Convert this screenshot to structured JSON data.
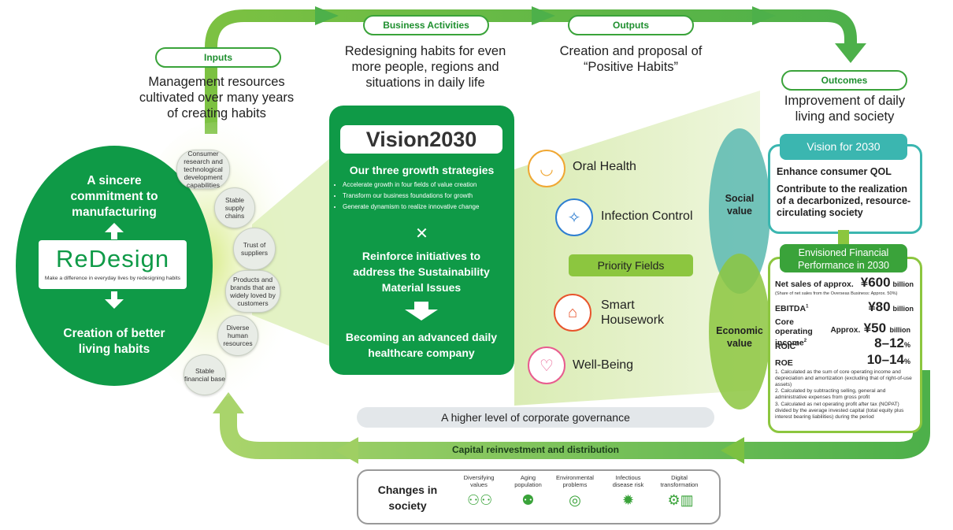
{
  "inputs": {
    "label": "Inputs",
    "heading": "Management resources cultivated over many years of creating habits",
    "oval_top": "A sincere commitment to manufacturing",
    "logo_text": "ReDesign",
    "logo_tagline": "Make a difference in everyday lives by redesigning habits",
    "oval_bottom": "Creation of better living habits",
    "resources": [
      "Consumer research and technological development capabilities",
      "Stable supply chains",
      "Trust of suppliers",
      "Products and brands that are widely loved by customers",
      "Diverse human resources",
      "Stable financial base"
    ]
  },
  "business": {
    "label": "Business Activities",
    "heading": "Redesigning habits for even more people, regions and situations in daily life",
    "vision_title": "Vision2030",
    "strategies_title": "Our three growth strategies",
    "strategies": [
      "Accelerate growth in four fields of value creation",
      "Transform our business foundations for growth",
      "Generate dynamism to realize innovative change"
    ],
    "cross_symbol": "✕",
    "reinforce": "Reinforce initiatives to address the Sustainability Material Issues",
    "goal": "Becoming an advanced daily healthcare company"
  },
  "outputs": {
    "label": "Outputs",
    "heading": "Creation and proposal of “Positive Habits”",
    "priority_label": "Priority Fields",
    "fields": [
      {
        "name": "Oral Health",
        "icon": "tooth-icon",
        "color": "#f0a733"
      },
      {
        "name": "Infection Control",
        "icon": "sparkle-icon",
        "color": "#2f7fd1"
      },
      {
        "name": "Smart Housework",
        "icon": "house-icon",
        "color": "#e8542c"
      },
      {
        "name": "Well-Being",
        "icon": "heart-icon",
        "color": "#e85c8f"
      }
    ]
  },
  "outcomes": {
    "label": "Outcomes",
    "heading": "Improvement of daily living and society",
    "social_value": "Social value",
    "economic_value": "Economic value",
    "vision_title": "Vision for 2030",
    "vision_items": [
      "Enhance consumer QOL",
      "Contribute to the realization of a decarbonized, resource-circulating society"
    ],
    "financial_title": "Envisioned Financial Performance in 2030",
    "net_sales_label": "Net sales of approx.",
    "net_sales_value": "¥600",
    "net_sales_unit": "billion",
    "net_sales_note": "(Share of net sales from the Overseas Business: Approx. 50%)",
    "ebitda_label": "EBITDA",
    "ebitda_sup": "1",
    "ebitda_value": "¥80",
    "ebitda_unit": "billion",
    "coi_label": "Core operating income",
    "coi_sup": "2",
    "coi_prefix": "Approx.",
    "coi_value": "¥50",
    "coi_unit": "billion",
    "roic_label": "ROIC",
    "roic_sup": "3",
    "roic_value": "8–12",
    "roe_label": "ROE",
    "roe_value": "10–14",
    "percent": "%",
    "notes": [
      "1. Calculated as the sum of core operating income and depreciation and amortization (excluding that of right-of-use assets)",
      "2. Calculated by subtracting selling, general and administrative expenses from gross profit",
      "3. Calculated as net operating profit after tax (NOPAT) divided by the average invested capital (total equity plus interest bearing liabilities) during the period"
    ]
  },
  "governance": "A higher level of corporate governance",
  "reinvestment": "Capital reinvestment and distribution",
  "society": {
    "title": "Changes in society",
    "items": [
      {
        "label": "Diversifying values",
        "icon": "people-icon"
      },
      {
        "label": "Aging population",
        "icon": "elderly-icon"
      },
      {
        "label": "Environmental problems",
        "icon": "globe-icon"
      },
      {
        "label": "Infectious disease risk",
        "icon": "virus-icon"
      },
      {
        "label": "Digital transformation",
        "icon": "digital-icon"
      }
    ]
  },
  "colors": {
    "primary_green": "#0f9a47",
    "light_green": "#8cc63f",
    "teal": "#3bb6b0",
    "accent_green": "#3aa33a"
  }
}
